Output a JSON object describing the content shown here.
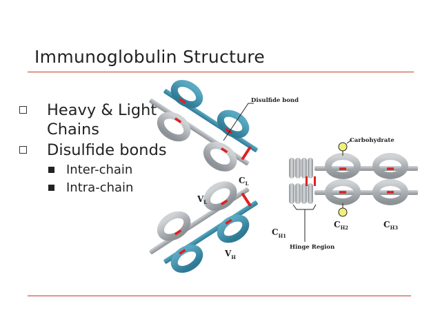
{
  "slide": {
    "title": "Immunoglobulin Structure",
    "bullets": [
      {
        "text": "Heavy & Light Chains",
        "sub": []
      },
      {
        "text": "Disulfide bonds",
        "sub": [
          "Inter-chain",
          "Intra-chain"
        ]
      }
    ]
  },
  "diagram": {
    "labels": {
      "disulfide_bond": "Disulfide bond",
      "carbohydrate": "Carbohydrate",
      "hinge_region": "Hinge Region",
      "cl": {
        "main": "C",
        "sub": "L"
      },
      "vl": {
        "main": "V",
        "sub": "L"
      },
      "vh": {
        "main": "V",
        "sub": "H"
      },
      "ch1": {
        "main": "C",
        "sub": "H1"
      },
      "ch2": {
        "main": "C",
        "sub": "H2"
      },
      "ch3": {
        "main": "C",
        "sub": "H3"
      }
    }
  },
  "colors": {
    "title_rule": "#c23b22",
    "heavy_chain": "#a9adb1",
    "light_chain": "#3f8ea8",
    "disulfide": "#e02020",
    "carbohydrate": "#f0f07a"
  }
}
